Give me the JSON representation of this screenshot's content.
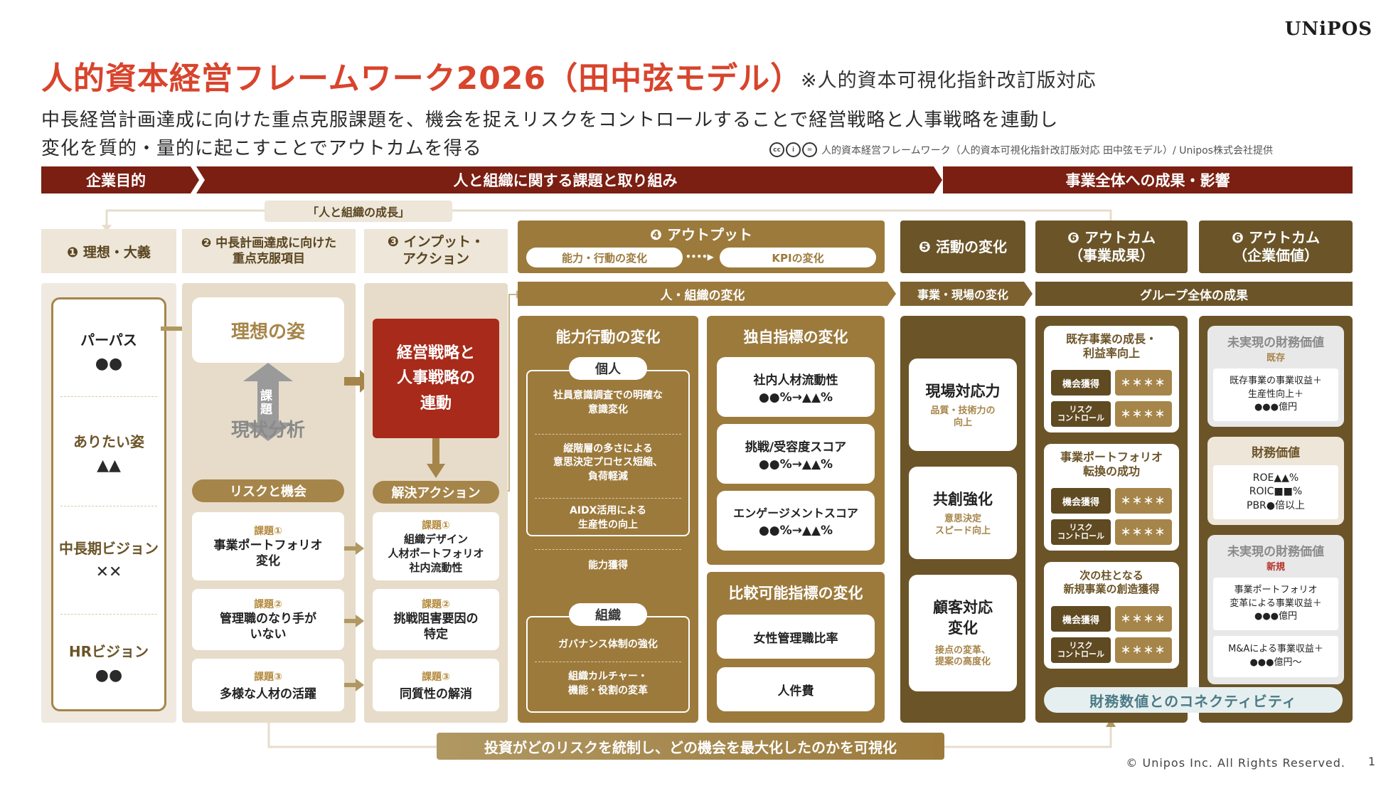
{
  "brand": {
    "logo": "UNiPOS"
  },
  "header": {
    "title": "人的資本経営フレームワーク2026（田中弦モデル）",
    "title_note": "※人的資本可視化指針改訂版対応",
    "subtitle_line1": "中長経営計画達成に向けた重点克服課題を、機会を捉えリスクをコントロールすることで経営戦略と人事戦略を連動し",
    "subtitle_line2": "変化を質的・量的に起こすことでアウトカムを得る",
    "credit": "人的資本経営フレームワーク（人的資本可視化指針改訂版対応 田中弦モデル）/ Unipos株式会社提供"
  },
  "bands": {
    "purpose": "企業目的",
    "issues": "人と組織に関する課題と取り組み",
    "results": "事業全体への成果・影響"
  },
  "loop_label": "「人と組織の成長」",
  "columns": {
    "c1": "❶ 理想・大義",
    "c2": "❷ 中長計画達成に向けた\n重点克服項目",
    "c3": "❸ インプット・\nアクション",
    "c4": "❹ アウトプット",
    "c4_left": "能力・行動の変化",
    "c4_right": "KPIの変化",
    "c5": "❺ 活動の変化",
    "c6a": "❻ アウトカム\n（事業成果）",
    "c6b": "❻ アウトカム\n（企業価値）"
  },
  "sub_bars": {
    "people_org": "人・組織の変化",
    "field": "事業・現場の変化",
    "group": "グループ全体の成果"
  },
  "ideal": [
    {
      "label": "パーパス",
      "value": "●●"
    },
    {
      "label": "ありたい姿",
      "value": "▲▲"
    },
    {
      "label": "中長期ビジョン",
      "value": "✕✕"
    },
    {
      "label": "HRビジョン",
      "value": "●●"
    }
  ],
  "focus": {
    "ideal_state": "理想の姿",
    "current": "現状分析",
    "kadai_arrow": "課題",
    "risk_opportunity": "リスクと機会",
    "items": [
      {
        "tag": "課題①",
        "text": "事業ポートフォリオ\n変化"
      },
      {
        "tag": "課題②",
        "text": "管理職のなり手が\nいない"
      },
      {
        "tag": "課題③",
        "text": "多様な人材の活躍"
      }
    ]
  },
  "input": {
    "strategy": "経営戦略と\n人事戦略の\n連動",
    "solution": "解決アクション",
    "items": [
      {
        "tag": "課題①",
        "text": "組織デザイン\n人材ポートフォリオ\n社内流動性"
      },
      {
        "tag": "課題②",
        "text": "挑戦阻害要因の\n特定"
      },
      {
        "tag": "課題③",
        "text": "同質性の解消"
      }
    ]
  },
  "ability": {
    "title": "能力行動の変化",
    "individual": "個人",
    "individual_items": [
      "社員意識調査での明確な\n意識変化",
      "縦階層の多さによる\n意思決定プロセス短縮、\n負荷軽減",
      "AIDX活用による\n生産性の向上",
      "能力獲得"
    ],
    "org": "組織",
    "org_items": [
      "ガバナンス体制の強化",
      "組織カルチャー・\n機能・役割の変革"
    ]
  },
  "kpi": {
    "title": "独自指標の変化",
    "items": [
      {
        "name": "社内人材流動性",
        "value": "●●%→▲▲%"
      },
      {
        "name": "挑戦/受容度スコア",
        "value": "●●%→▲▲%"
      },
      {
        "name": "エンゲージメントスコア",
        "value": "●●%→▲▲%"
      }
    ],
    "compare_title": "比較可能指標の変化",
    "compare_items": [
      "女性管理職比率",
      "人件費"
    ]
  },
  "activity": [
    {
      "name": "現場対応力",
      "sub": "品質・技術力の\n向上"
    },
    {
      "name": "共創強化",
      "sub": "意思決定\nスピード向上"
    },
    {
      "name": "顧客対応\n変化",
      "sub": "接点の変革、\n提案の高度化"
    }
  ],
  "outcome_biz": {
    "items": [
      {
        "title": "既存事業の成長・\n利益率向上"
      },
      {
        "title": "事業ポートフォリオ\n転換の成功"
      },
      {
        "title": "次の柱となる\n新規事業の創造獲得"
      }
    ],
    "opportunity": "機会獲得",
    "risk": "リスク\nコントロール",
    "stars": "＊＊＊＊",
    "connectivity": "財務数値とのコネクティビティ"
  },
  "outcome_value": {
    "unrealized1": {
      "title": "未実現の財務価値",
      "tag": "既存",
      "text": "既存事業の事業収益＋\n生産性向上＋\n●●●億円"
    },
    "financial": {
      "title": "財務価値",
      "text": "ROE▲▲%\nROIC■■%\nPBR●倍以上"
    },
    "unrealized2": {
      "title": "未実現の財務価値",
      "tag": "新規",
      "text1": "事業ポートフォリオ\n変革による事業収益＋\n●●●億円",
      "text2": "M&Aによる事業収益＋\n●●●億円〜"
    }
  },
  "bottom_bar": "投資がどのリスクを統制し、どの機会を最大化したのかを可視化",
  "footer": "© Unipos Inc. All Rights Reserved.",
  "page_number": "1",
  "colors": {
    "red": "#d8442c",
    "dark_red": "#7a1f12",
    "gold": "#9c7a3c",
    "brown": "#6b5428"
  }
}
